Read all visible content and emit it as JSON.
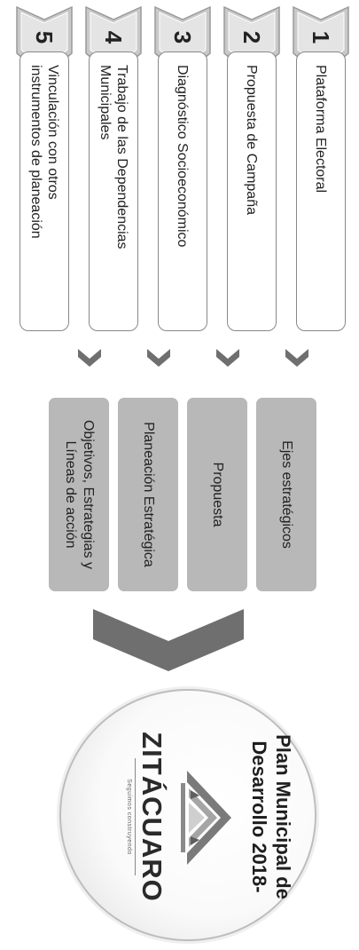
{
  "sources": [
    {
      "number": "1",
      "lines": [
        "Plataforma Electoral"
      ]
    },
    {
      "number": "2",
      "lines": [
        "Propuesta de Campaña"
      ]
    },
    {
      "number": "3",
      "lines": [
        "Diagnóstico Socioeconómico"
      ]
    },
    {
      "number": "4",
      "lines": [
        "Trabajo de las Dependencias",
        "Municipales"
      ]
    },
    {
      "number": "5",
      "lines": [
        "Vinculación con otros",
        "instrumentos de planeación"
      ]
    }
  ],
  "outcomes": [
    {
      "lines": [
        "Ejes estratégicos"
      ]
    },
    {
      "lines": [
        "Propuesta"
      ]
    },
    {
      "lines": [
        "Planeación Estratégica"
      ]
    },
    {
      "lines": [
        "Objetivos, Estrategias y",
        "Líneas de acción"
      ]
    }
  ],
  "plan": {
    "title_line1": "Plan Municipal de",
    "title_line2": "Desarrollo 2018-",
    "logo_word": "ZITÁCUARO",
    "logo_tagline": "Seguimos construyendo"
  },
  "colors": {
    "tab_fill": "#c9c9c9",
    "chevron_fill": "#6f6f6f",
    "outcome_fill": "#b8b8b8",
    "box_border": "#888888"
  },
  "icons": [
    "tab-chevron-icon",
    "chevron-right-icon",
    "big-chevron-icon",
    "zitacuaro-logo-icon"
  ]
}
